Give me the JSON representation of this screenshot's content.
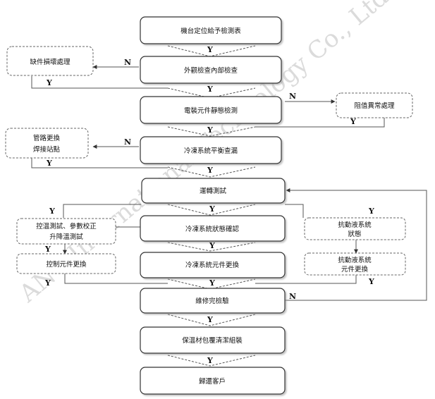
{
  "watermark": "ANV International Technology Co., Ltd",
  "steps": {
    "s1": "機台定位給予檢測表",
    "s2": "外觀檢查內部檢查",
    "s3": "電裝元件靜態檢測",
    "s4": "冷凍系統平衡查漏",
    "s5": "運轉測試",
    "s6": "冷凍系統狀態確認",
    "s7": "冷凍系統元件更換",
    "s8": "維修完檢驗",
    "s9": "保溫材包覆清潔組裝",
    "s10": "歸還客戶"
  },
  "side": {
    "damaged": "缺件損壞處理",
    "resistance": "阻值異常處理",
    "pipe_line1": "管路更換",
    "pipe_line2": "焊接站點",
    "temp_line1": "控溫測試、參數校正",
    "temp_line2": "升降溫測試",
    "control_replace": "控制元件更換",
    "antifreeze_line1": "抗動液系統",
    "antifreeze_line2": "狀態",
    "antifreeze_rep_line1": "抗動液系統",
    "antifreeze_rep_line2": "元件更換"
  },
  "labels": {
    "yes": "Y",
    "no": "N"
  }
}
